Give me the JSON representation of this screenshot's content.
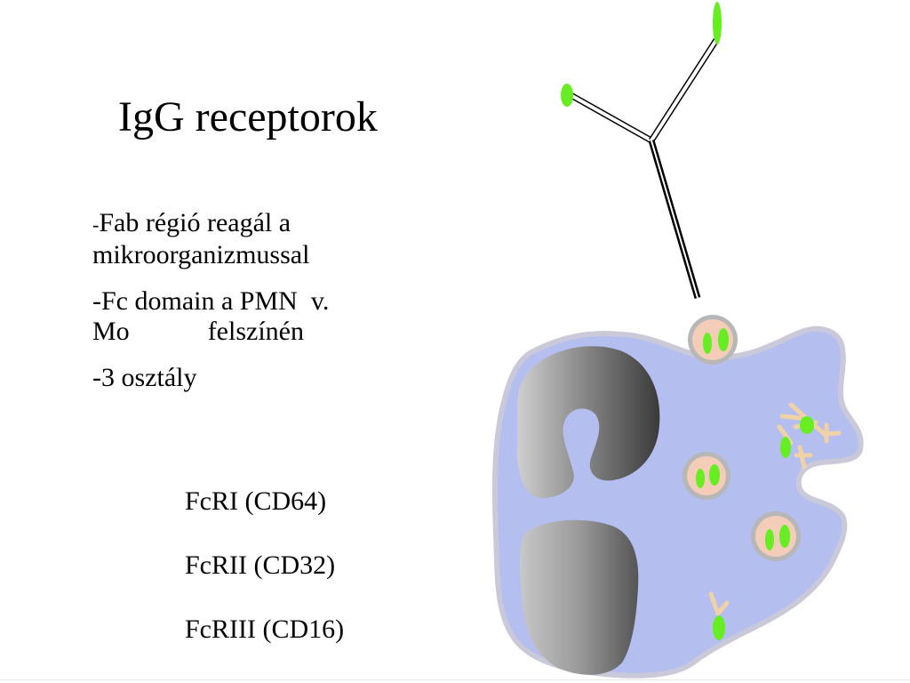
{
  "slide": {
    "title": "IgG receptorok",
    "bullets": [
      {
        "dash": "-",
        "text": "Fab régió reagál a mikroorganizmussal"
      },
      {
        "line1": "-Fc domain a PMN  v.",
        "line2a": "Mo",
        "line2b": "felszínén"
      },
      {
        "text": "-3 osztály"
      }
    ],
    "subitems": [
      "FcRI (CD64)",
      "FcRII (CD32)",
      "FcRIII (CD16)"
    ]
  },
  "colors": {
    "cell_fill": "#b4bff0",
    "cell_edge": "#c9c9d9",
    "nucleus_dark": "#4a4a4a",
    "nucleus_light": "#c8c8c8",
    "antigen_green": "#66ee22",
    "granule_fill": "#f3cdb8",
    "granule_ring": "#b7b7b7",
    "receptor_tan": "#f0d2a8"
  }
}
